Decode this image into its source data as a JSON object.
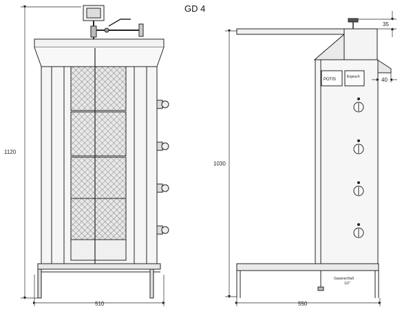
{
  "title": "GD 4",
  "front_view": {
    "height_label": "1120",
    "width_label": "510"
  },
  "side_view": {
    "height_label": "1030",
    "width_label": "550",
    "top_offset_label": "35",
    "overhang_label": "40",
    "brand_label": "POTIS",
    "sticker_label": "Ergouch",
    "gas_label_line1": "Gasanschluß",
    "gas_label_line2": "1/2\""
  }
}
